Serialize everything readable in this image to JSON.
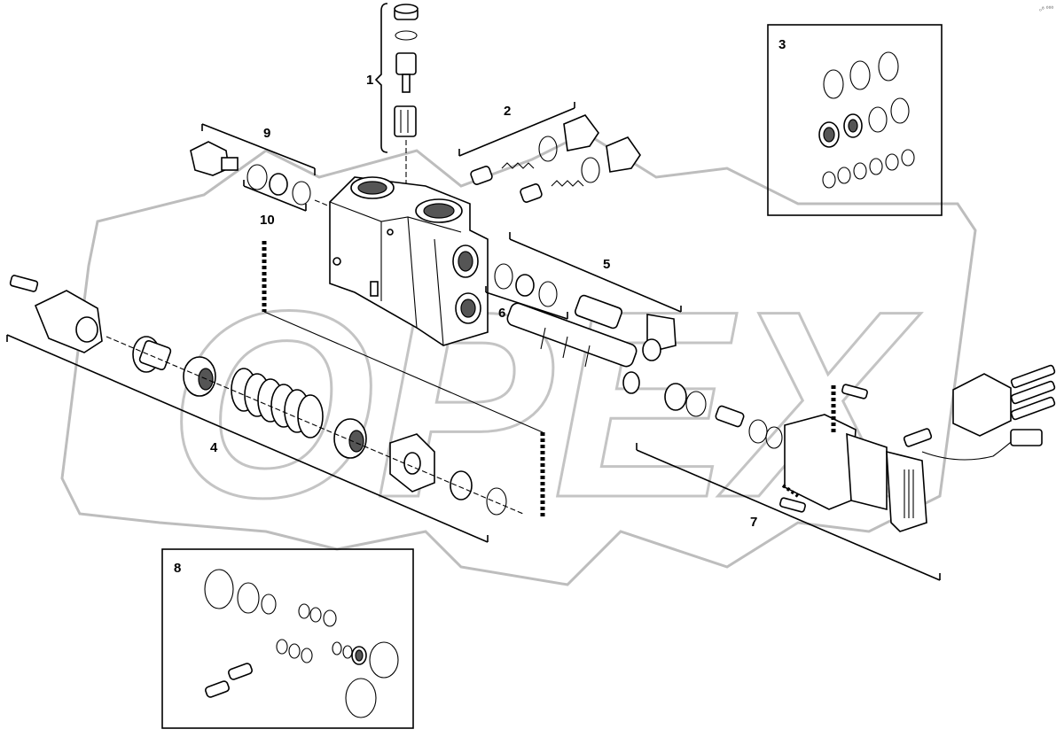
{
  "watermark": {
    "text": "OPEX"
  },
  "corner_mark": "₀⁸ ⁰⁰⁰",
  "callouts": [
    {
      "id": "1",
      "label": "1"
    },
    {
      "id": "2",
      "label": "2"
    },
    {
      "id": "3",
      "label": "3"
    },
    {
      "id": "4",
      "label": "4"
    },
    {
      "id": "5",
      "label": "5"
    },
    {
      "id": "6",
      "label": "6"
    },
    {
      "id": "7",
      "label": "7"
    },
    {
      "id": "8",
      "label": "8"
    },
    {
      "id": "9",
      "label": "9"
    },
    {
      "id": "10",
      "label": "10"
    }
  ],
  "colors": {
    "line": "#000000",
    "watermark": "#c4c4c4",
    "background": "#ffffff"
  }
}
